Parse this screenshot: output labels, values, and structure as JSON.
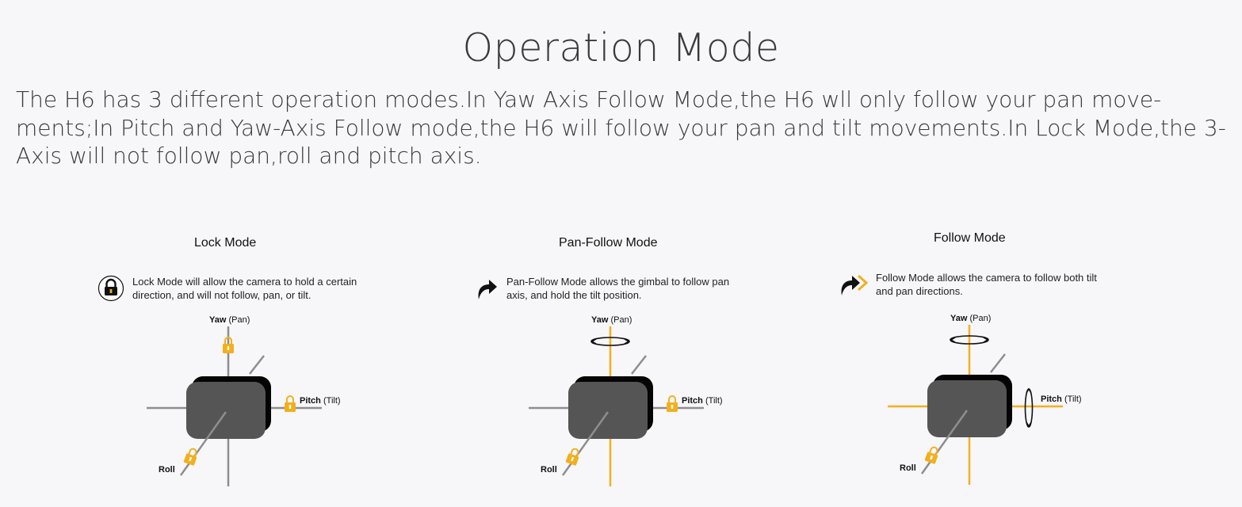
{
  "page": {
    "title": "Operation Mode",
    "intro": "The H6 has 3 different operation modes.In Yaw Axis Follow Mode,the H6 wll only follow your pan move-ments;In Pitch and Yaw-Axis Follow mode,the H6 will follow your pan and  tilt movements.In Lock Mode,the 3-Axis will not follow pan,roll and pitch axis."
  },
  "colors": {
    "follow_axis": "#f2b01e",
    "locked_axis": "#8e8e8e",
    "camera_body": "#555555"
  },
  "modes": [
    {
      "title": "Lock Mode",
      "icon": "lock-icon",
      "description": "Lock Mode will allow the camera to hold a certain direction, and will not follow, pan, or tilt.",
      "yaw_label": "Yaw",
      "yaw_sub": "(Pan)",
      "pitch_label": "Pitch",
      "pitch_sub": "(Tilt)",
      "roll_label": "Roll"
    },
    {
      "title": "Pan-Follow Mode",
      "icon": "curved-arrow-icon",
      "description": "Pan-Follow Mode allows the gimbal to follow pan axis, and hold the tilt position.",
      "yaw_label": "Yaw",
      "yaw_sub": "(Pan)",
      "pitch_label": "Pitch",
      "pitch_sub": "(Tilt)",
      "roll_label": "Roll"
    },
    {
      "title": "Follow Mode",
      "icon": "double-arrow-icon",
      "description": "Follow Mode allows the camera to follow both tilt and pan directions.",
      "yaw_label": "Yaw",
      "yaw_sub": "(Pan)",
      "pitch_label": "Pitch",
      "pitch_sub": "(Tilt)",
      "roll_label": "Roll"
    }
  ]
}
